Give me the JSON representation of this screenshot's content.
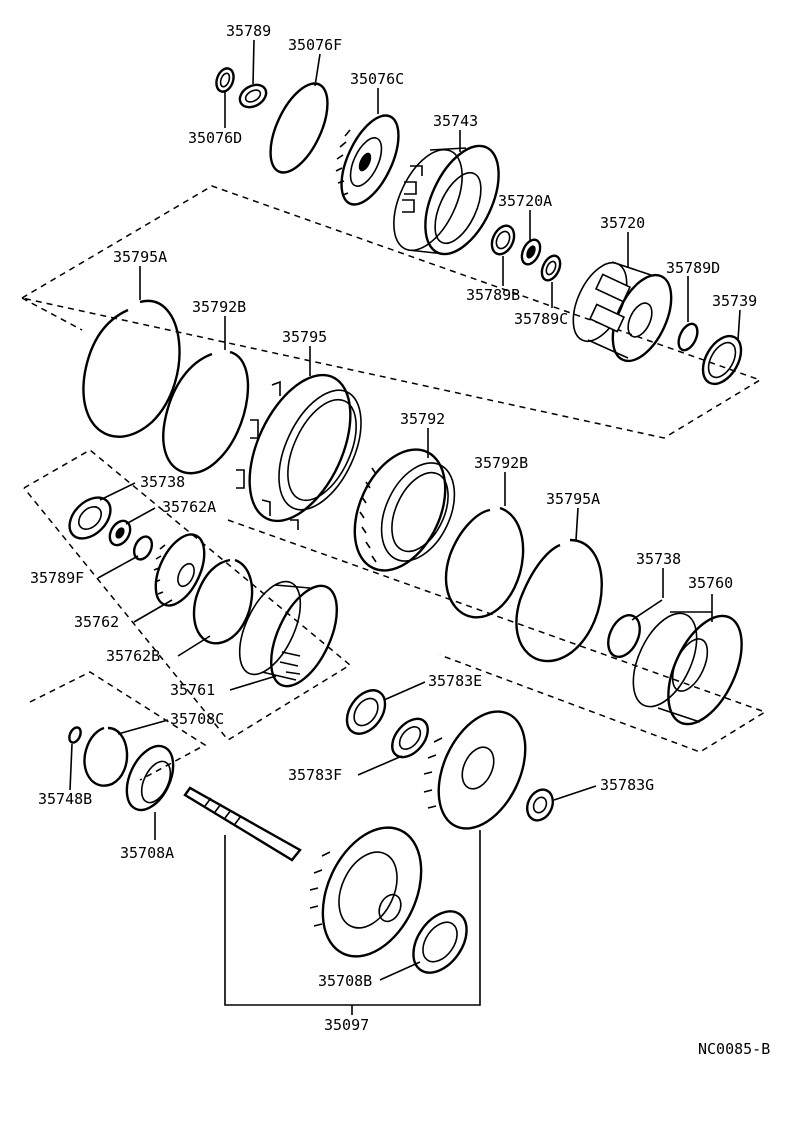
{
  "labels": {
    "p35789": "35789",
    "p35076F": "35076F",
    "p35076C": "35076C",
    "p35076D": "35076D",
    "p35743": "35743",
    "p35720A": "35720A",
    "p35720": "35720",
    "p35789D": "35789D",
    "p35739": "35739",
    "p35789B": "35789B",
    "p35789C": "35789C",
    "p35795A_top": "35795A",
    "p35792B_top": "35792B",
    "p35795": "35795",
    "p35792": "35792",
    "p35792B_right": "35792B",
    "p35795A_right": "35795A",
    "p35738_left": "35738",
    "p35762A": "35762A",
    "p35789F": "35789F",
    "p35762": "35762",
    "p35762B": "35762B",
    "p35761": "35761",
    "p35738_right": "35738",
    "p35760": "35760",
    "p35783E": "35783E",
    "p35783F": "35783F",
    "p35783G": "35783G",
    "p35708C": "35708C",
    "p35748B": "35748B",
    "p35708A": "35708A",
    "p35708B": "35708B",
    "p35097": "35097",
    "code": "NC0085-B"
  }
}
